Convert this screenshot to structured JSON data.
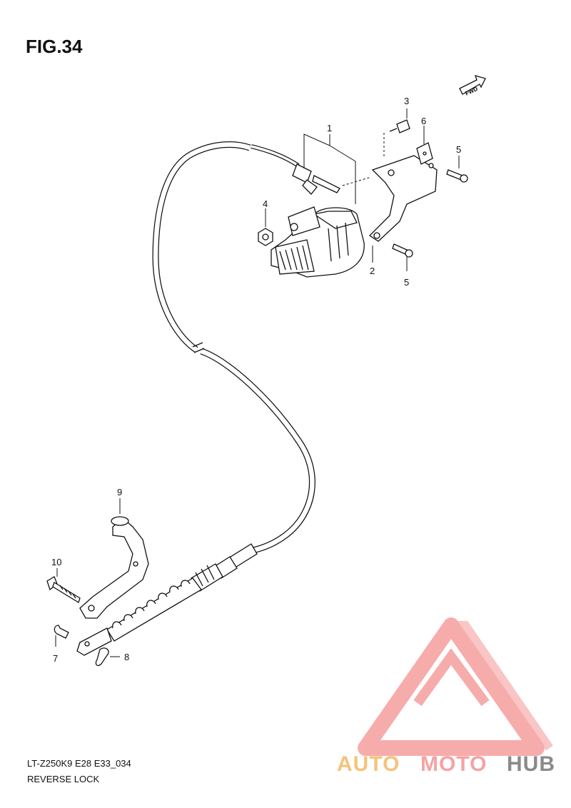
{
  "figure": {
    "title": "FIG.34"
  },
  "fwd_label": "FWD",
  "callouts": [
    "1",
    "2",
    "3",
    "4",
    "5",
    "5",
    "6",
    "7",
    "8",
    "9",
    "10"
  ],
  "footer": {
    "model_code": "LT-Z250K9  E28  E33_034",
    "section_name": "REVERSE LOCK"
  },
  "watermark": {
    "part1": "AUTO",
    "part2": "MOTO",
    "part3": "HUB",
    "colors": {
      "auto": "#f6c27a",
      "moto": "#f4a3a3",
      "hub": "#8a8a8a",
      "logo": "#f7a4a4"
    }
  }
}
